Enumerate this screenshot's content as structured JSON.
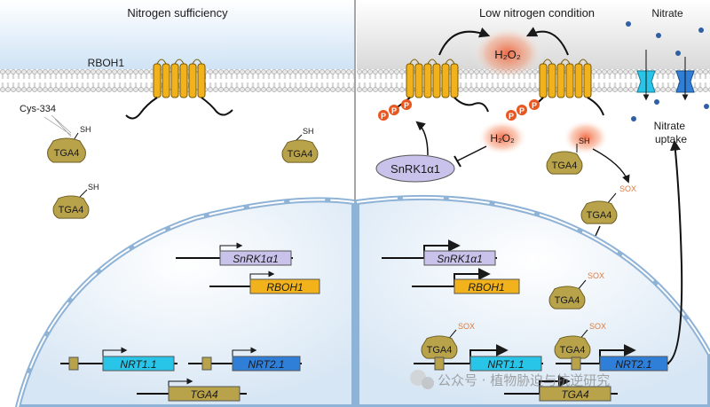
{
  "left_panel": {
    "title": "Nitrogen sufficiency",
    "rboh_label": "RBOH1",
    "cys_label": "Cys-334",
    "sh_label": "SH",
    "tga4_label": "TGA4",
    "genes": {
      "snrk": "SnRK1α1",
      "rboh": "RBOH1",
      "nrt11": "NRT1.1",
      "nrt21": "NRT2.1",
      "tga4": "TGA4"
    }
  },
  "right_panel": {
    "title": "Low nitrogen condition",
    "h2o2_membrane": "H₂O₂",
    "h2o2_cyto": "H₂O₂",
    "p_label": "P",
    "snrk_label": "SnRK1α1",
    "sh_label": "SH",
    "sox_label": "SOX",
    "tga4_label": "TGA4",
    "nitrate_label": "Nitrate",
    "nitrate_uptake_label": "Nitrate\nuptake",
    "genes": {
      "snrk": "SnRK1α1",
      "rboh": "RBOH1",
      "nrt11": "NRT1.1",
      "nrt21": "NRT2.1",
      "tga4": "TGA4"
    }
  },
  "watermark": "公众号 · 植物胁迫与抗逆研究",
  "colors": {
    "tga4": "#b8a24a",
    "rboh": "#f2b21b",
    "snrk_box": "#c9c2ea",
    "nrt11_box": "#29c5e8",
    "nrt21_box": "#2f7fd9",
    "phospho": "#e8571f",
    "h2o2_glow": "#f37a4a",
    "nucleus": "#dfeaf6",
    "sky": "#d4e6f6"
  }
}
